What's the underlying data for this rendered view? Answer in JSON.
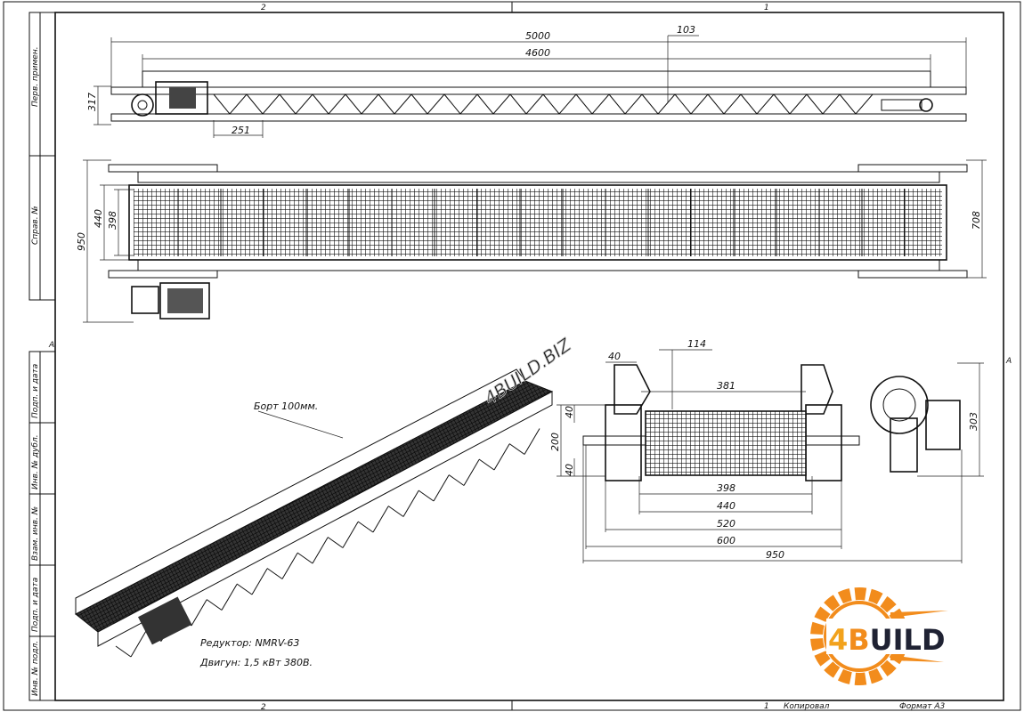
{
  "zones": {
    "top": [
      "2",
      "1"
    ],
    "bottom": [
      "2",
      "1"
    ],
    "side": "A"
  },
  "sidebar": {
    "upper": [
      "Перв. примен.",
      "Справ. №"
    ],
    "lower": [
      "Подп. и дата",
      "Инв. № дубл.",
      "Взам. инв. №",
      "Подп. и дата",
      "Инв. № подл."
    ]
  },
  "title_block": {
    "sheet": "1",
    "copied": "Копировал",
    "format": "Формат А3"
  },
  "side_view": {
    "dims": {
      "overall": "5000",
      "belt": "4600",
      "offset": "103",
      "height": "317",
      "motor_offset": "251"
    }
  },
  "plan_view": {
    "dims": {
      "total_width": "950",
      "frame": "440",
      "belt": "398",
      "right": "708"
    }
  },
  "section_view": {
    "dims": {
      "d40_top": "40",
      "d114": "114",
      "d381": "381",
      "d303": "303",
      "d200": "200",
      "d40_a": "40",
      "d40_b": "40",
      "d398": "398",
      "d440": "440",
      "d520": "520",
      "d600": "600",
      "d950": "950"
    }
  },
  "iso_view": {
    "notes": {
      "side": "Борт 100мм.",
      "reducer": "Редуктор: NMRV-63",
      "motor": "Двигун: 1,5 кВт 380В."
    }
  },
  "watermark": "4BUILD.BIZ",
  "logo": {
    "text": "4BUILD",
    "accent": "#f28c1c",
    "dark": "#1f2233"
  }
}
